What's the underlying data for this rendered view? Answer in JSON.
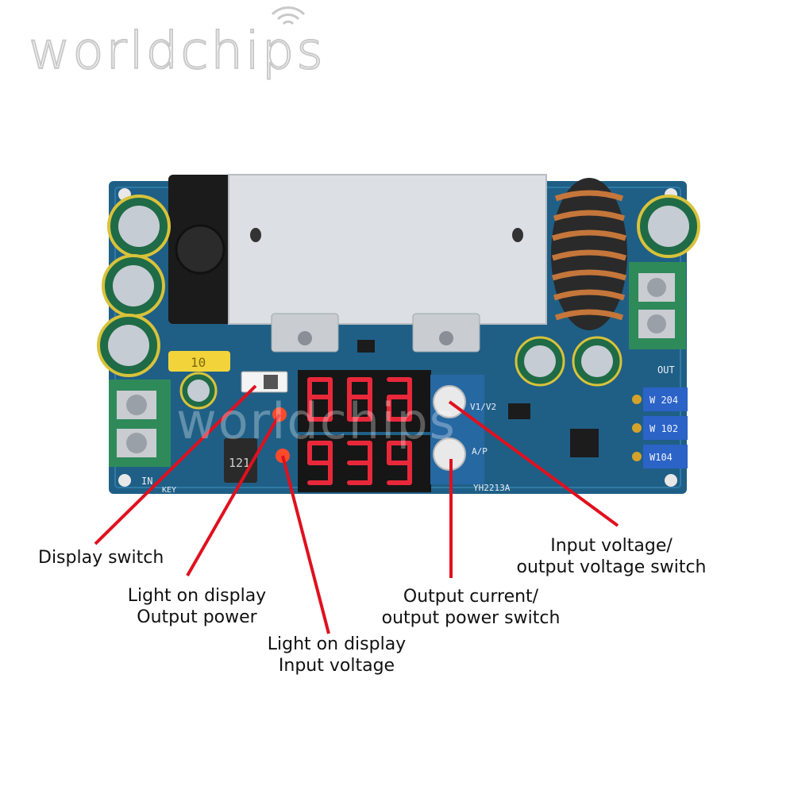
{
  "watermark": {
    "brand": "worldchips",
    "overlay": "worldchips"
  },
  "board": {
    "model": "YH2213A",
    "silkscreen": {
      "in": "IN",
      "key": "KEY",
      "out": "OUT",
      "v1v2": "V1/V2",
      "ap": "A/P",
      "inductor": "121",
      "pot_1": "W 204",
      "pot_2": "W 102",
      "pot_3": "W104",
      "fuse": "10"
    }
  },
  "annotations": {
    "display_switch": "Display switch",
    "light_output_power_line1": "Light on display",
    "light_output_power_line2": "Output power",
    "light_input_voltage_line1": "Light on display",
    "light_input_voltage_line2": "Input voltage",
    "output_current_line1": "Output current/",
    "output_current_line2": "output power switch",
    "input_voltage_line1": "Input voltage/",
    "input_voltage_line2": "output voltage switch"
  },
  "colors": {
    "pcb": "#1f5f86",
    "pcb_dark": "#174a6a",
    "heatsink": "#dcdfe4",
    "led_segment": "#e8283a",
    "callout": "#e0101e",
    "terminal": "#2f8a5a"
  }
}
